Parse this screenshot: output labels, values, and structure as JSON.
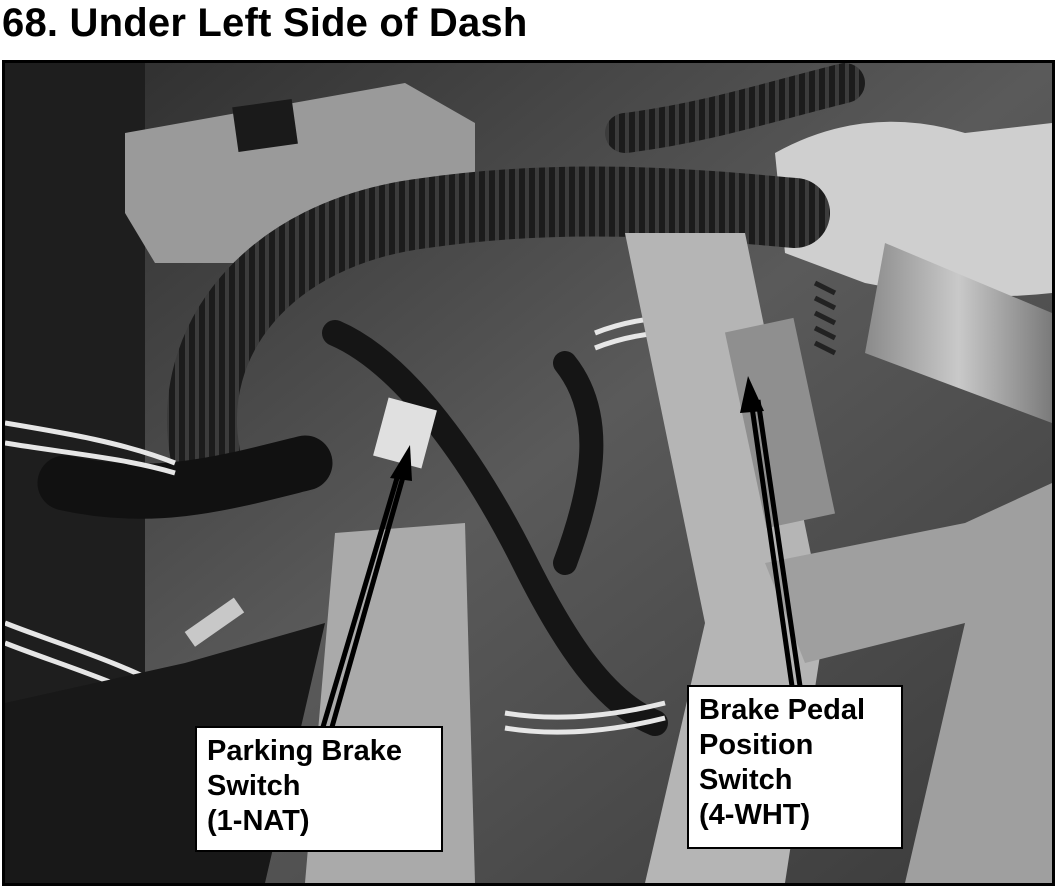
{
  "page": {
    "title": "68. Under Left Side of Dash"
  },
  "photo": {
    "subject": "dash-underside-wiring-photo"
  },
  "callouts": {
    "parking_brake": {
      "line1": "Parking Brake",
      "line2": "Switch",
      "line3": "(1-NAT)"
    },
    "brake_pedal": {
      "line1": "Brake Pedal",
      "line2": "Position",
      "line3": "Switch",
      "line4": "(4-WHT)"
    }
  }
}
